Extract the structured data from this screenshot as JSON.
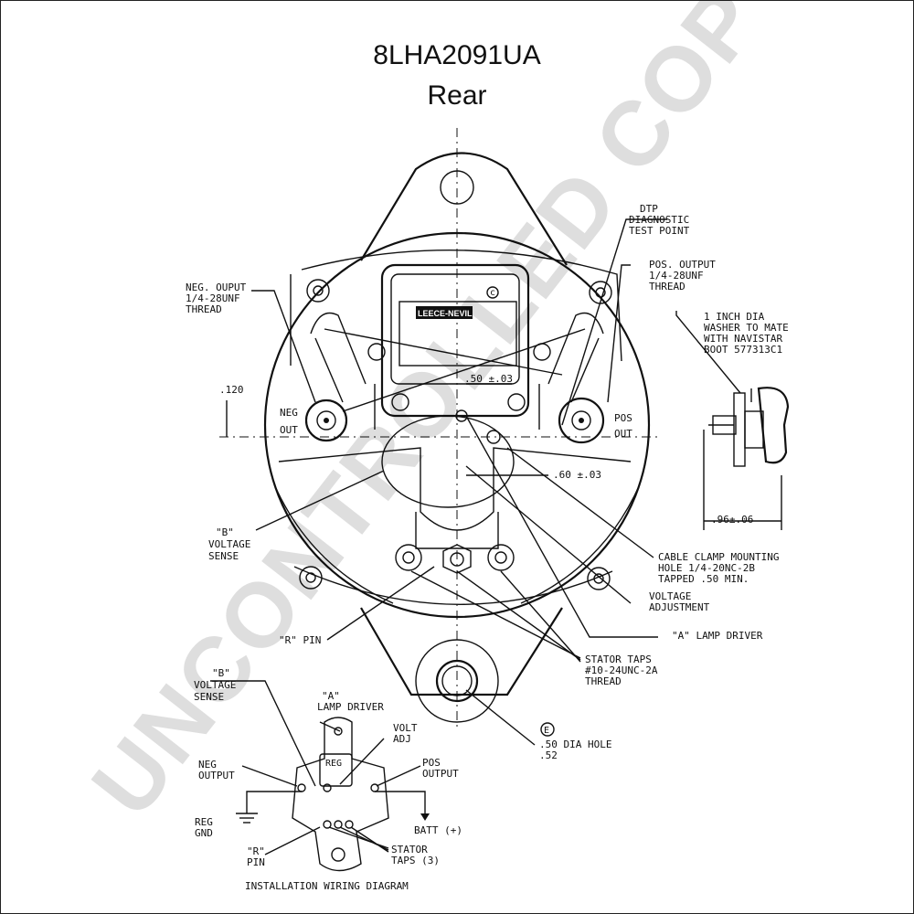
{
  "title": "8LHA2091UA",
  "subtitle": "Rear",
  "watermark": "UNCONTROLLED COPY",
  "logo_text": "LEECE-NEVILLE",
  "labels": {
    "diag_test": [
      "DTP",
      "DIAGNOSTIC",
      "TEST POINT"
    ],
    "pos_output": [
      "POS. OUTPUT",
      "1/4-28UNF",
      "THREAD"
    ],
    "neg_output": [
      "NEG. OUPUT",
      "1/4-28UNF",
      "THREAD"
    ],
    "washer": [
      "1 INCH DIA",
      "WASHER TO MATE",
      "WITH NAVISTAR",
      "BOOT 577313C1"
    ],
    "dim_120": ".120",
    "dim_50": ".50 ±.03",
    "dim_60": ".60 ±.03",
    "dim_96": ".96±.06",
    "neg": [
      "NEG",
      "OUT"
    ],
    "pos": [
      "POS",
      "OUT"
    ],
    "b_voltage": [
      "\"B\"",
      "VOLTAGE",
      "SENSE"
    ],
    "cable_clamp": [
      "CABLE CLAMP MOUNTING",
      "HOLE 1/4-20NC-2B",
      "TAPPED .50 MIN."
    ],
    "voltage_adj": [
      "VOLTAGE",
      "ADJUSTMENT"
    ],
    "a_lamp": "\"A\" LAMP DRIVER",
    "r_pin": "\"R\" PIN",
    "stator_taps": [
      "STATOR TAPS",
      "#10-24UNC-2A",
      "THREAD"
    ],
    "hole": [
      "E",
      ".50 DIA HOLE",
      ".52"
    ]
  },
  "wiring": {
    "b_sense": [
      "\"B\"",
      "VOLTAGE",
      "SENSE"
    ],
    "a_lamp": [
      "\"A\"",
      "LAMP DRIVER"
    ],
    "volt_adj": [
      "VOLT",
      "ADJ"
    ],
    "reg": "REG",
    "neg_output": [
      "NEG",
      "OUTPUT"
    ],
    "pos_output": [
      "POS",
      "OUTPUT"
    ],
    "reg_gnd": [
      "REG",
      "GND"
    ],
    "batt": "BATT (+)",
    "r_pin": [
      "\"R\"",
      "PIN"
    ],
    "stator_taps": [
      "STATOR",
      "TAPS (3)"
    ],
    "caption": "INSTALLATION WIRING DIAGRAM"
  }
}
